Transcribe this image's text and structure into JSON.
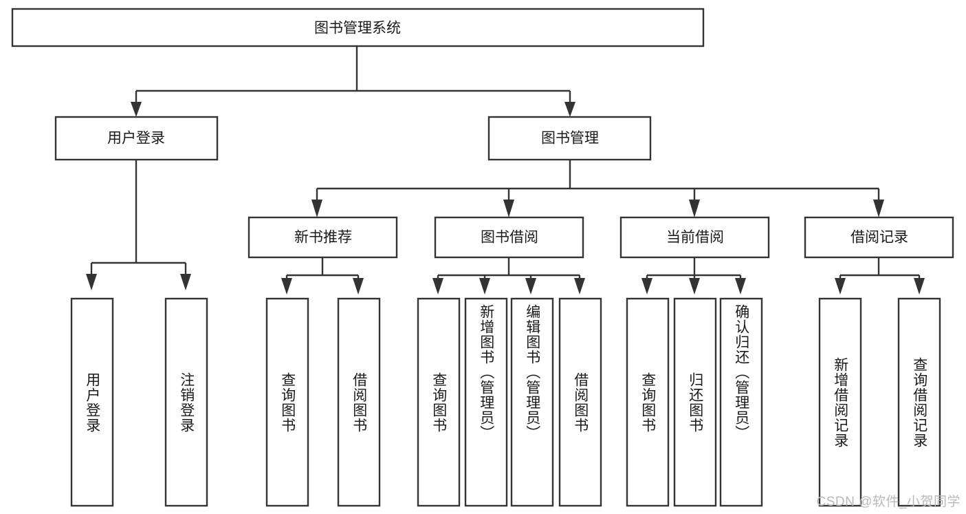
{
  "diagram": {
    "title": "图书管理系统",
    "colors": {
      "stroke": "#333333",
      "fill": "#ffffff",
      "text": "#1a1a1a",
      "background": "#ffffff",
      "watermark": "#b9b9b9"
    },
    "levels": {
      "root": {
        "label": "图书管理系统"
      },
      "level2": [
        {
          "label": "用户登录"
        },
        {
          "label": "图书管理"
        }
      ],
      "level3": [
        {
          "label": "新书推荐"
        },
        {
          "label": "图书借阅"
        },
        {
          "label": "当前借阅"
        },
        {
          "label": "借阅记录"
        }
      ],
      "leaves": {
        "user_login": [
          {
            "label": "用户登录"
          },
          {
            "label": "注销登录"
          }
        ],
        "new_book_recommend": [
          {
            "label": "查询图书"
          },
          {
            "label": "借阅图书"
          }
        ],
        "book_borrow": [
          {
            "label": "查询图书"
          },
          {
            "label": "新增图书（管理员）"
          },
          {
            "label": "编辑图书（管理员）"
          },
          {
            "label": "借阅图书"
          }
        ],
        "current_borrow": [
          {
            "label": "查询图书"
          },
          {
            "label": "归还图书"
          },
          {
            "label": "确认归还（管理员）"
          }
        ],
        "borrow_record": [
          {
            "label": "新增借阅记录"
          },
          {
            "label": "查询借阅记录"
          }
        ]
      }
    },
    "watermark": "CSDN @软件_小贺同学"
  }
}
